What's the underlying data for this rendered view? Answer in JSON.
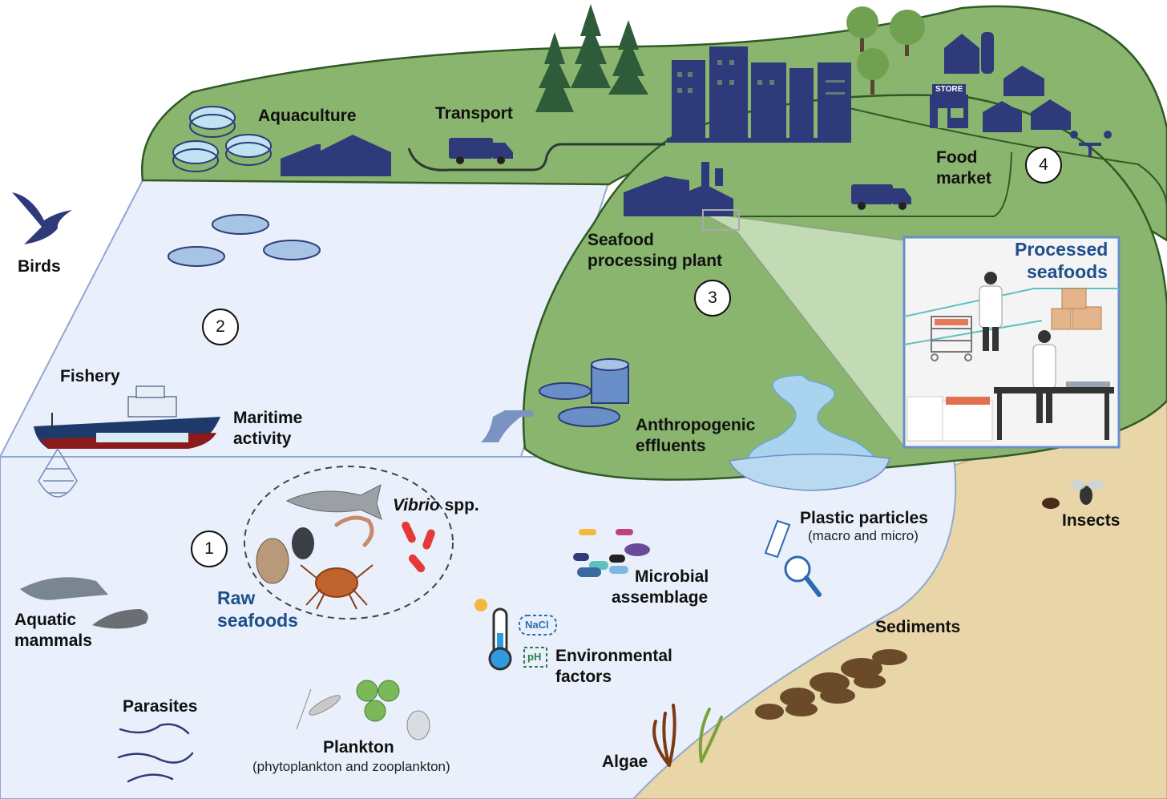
{
  "labels": {
    "birds": "Birds",
    "aquaculture": "Aquaculture",
    "transport": "Transport",
    "food_market_line1": "Food",
    "food_market_line2": "market",
    "seafood_plant_line1": "Seafood",
    "seafood_plant_line2": "processing plant",
    "processed_line1": "Processed",
    "processed_line2": "seafoods",
    "fishery": "Fishery",
    "maritime_line1": "Maritime",
    "maritime_line2": "activity",
    "anthropogenic_line1": "Anthropogenic",
    "anthropogenic_line2": "effluents",
    "vibrio_italic": "Vibrio",
    "vibrio_rest": " spp.",
    "raw_line1": "Raw",
    "raw_line2": "seafoods",
    "plastic_title": "Plastic particles",
    "plastic_sub": "(macro and micro)",
    "insects": "Insects",
    "microbial_line1": "Microbial",
    "microbial_line2": "assemblage",
    "aquatic_line1": "Aquatic",
    "aquatic_line2": "mammals",
    "environmental_line1": "Environmental",
    "environmental_line2": "factors",
    "sediments": "Sediments",
    "parasites": "Parasites",
    "plankton_title": "Plankton",
    "plankton_sub": "(phytoplankton and zooplankton)",
    "algae": "Algae",
    "store_sign": "STORE",
    "nacl": "NaCl",
    "ph": "pH"
  },
  "steps": [
    "1",
    "2",
    "3",
    "4"
  ],
  "colors": {
    "land_green": "#8ab56e",
    "land_outline": "#2f5a26",
    "water": "#e9f0fb",
    "water_outline": "#90a8cf",
    "sand": "#e8d6a8",
    "navy": "#2f3a7a",
    "label_blue": "#1f4e8c",
    "bacteria_red": "#e53935"
  },
  "icons": [
    "bird-icon",
    "tree-icon",
    "city-buildings-icon",
    "house-icon",
    "store-icon",
    "van-icon",
    "factory-icon",
    "fish-tank-icon",
    "fishing-ship-icon",
    "fishing-net-icon",
    "wastewater-plant-icon",
    "fish-icon",
    "crab-icon",
    "oyster-icon",
    "shrimp-icon",
    "bacteria-icon",
    "dolphin-icon",
    "seal-icon",
    "thermometer-icon",
    "sun-icon",
    "plastic-bottle-icon",
    "magnifier-icon",
    "fly-icon",
    "sediment-icon",
    "seaweed-icon",
    "worm-icon",
    "copepod-icon",
    "worker-icon",
    "box-icon",
    "river-icon"
  ]
}
